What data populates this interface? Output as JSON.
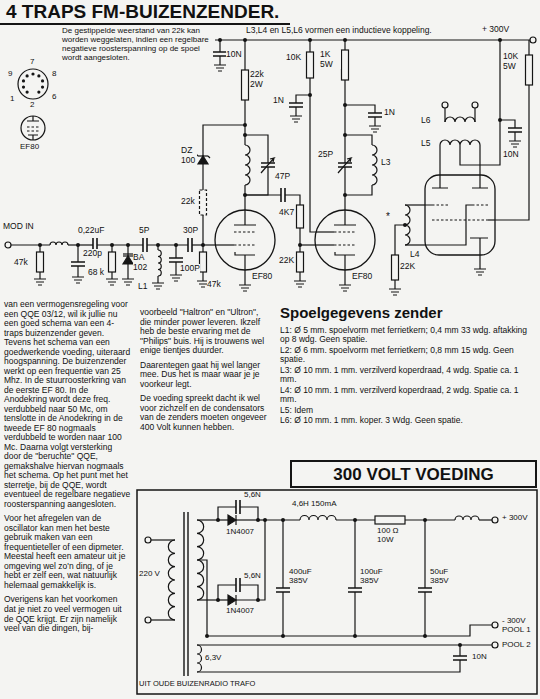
{
  "diagram": {
    "title": "4 TRAPS FM-BUIZENZENDER.",
    "nodes": [
      {
        "text": [
          "300 VOLT VOEDING"
        ]
      }
    ],
    "labels": [
      "De gestippelde weerstand van 22k kan worden weggelaten, indien een regelbare negatieve roosterspanning op de spoel wordt aangesloten.",
      "L3,L4 en L5,L6 vormen een inductieve koppeling.",
      "+ 300V",
      "7",
      "9",
      "8",
      "6",
      "1",
      "2",
      "EF80",
      "MOD IN",
      "47k",
      "220p",
      "0,22uF",
      "68 k",
      "BA 102",
      "5P",
      "L1",
      "100P",
      "30P",
      "47k",
      "22k",
      "DZ 100",
      "EF80",
      "10N",
      "22k 2W",
      "47P",
      "10K",
      "1N",
      "1K 5W",
      "1N",
      "4K7",
      "22K",
      "25P",
      "L3",
      "EF80",
      "L4",
      "*",
      "22K",
      "L5",
      "L6",
      "10N",
      "10K 5W",
      "van een vermogensregeling voor een QQE 03/12, wil ik jullie nu een goed schema van een 4-traps buizenzender geven. Tevens het schema van een goedwerkende voeding, uiteraard hoogspanning. De buizenzender werkt op een frequentie van 25 Mhz. In de stuurroosterkring van de eerste EF 80. In de Anodekring wordt deze freq. verdubbeld naar 50 Mc, om tenslotte in de Anodekring in de tweede EF 80 nogmaals verdubbeld te worden naar 100 Mc. Daarna volgt versterking door de \"beruchte\" QQE, gemakshalve hiervan nogmaals het schema. Op het punt met het sterretje, bij de QQE, wordt eventueel de regelbare negatieve roosterspanning aangesloten.",
      "Voor het afregelen van de oscillator kan men het beste gebruik maken van een frequentieteller of een dipmeter. Meestal heeft een amateur uit je omgeving wel zo'n ding, of je hebt er zelf een, wat natuurlijk helemaal gemakkelijk is.",
      "Overigens kan het voorkomen dat je niet zo veel vermogen uit de QQE krijgt. Er zijn namelijk veel van die dingen, bij-",
      "voorbeeld \"Haltron\" en \"Ultron\", die minder power leveren. Ikzelf heb de beste ervaring met de \"Philips\" buis. Hij is trouwens wel enige tientjes duurder.",
      "Daarentegen gaat hij wel langer mee. Dus het is maar waar je je voorkeur legt.",
      "De voeding spreekt dacht ik wel voor zichzelf en de condensators van de zenders moeten ongeveer 400 Volt kunnen hebben.",
      "Spoelgegevens zender",
      "L1: Ø 5 mm. spoelvorm met ferrietkern; 0,4 mm 33 wdg. aftakking op 8 wdg. Geen spatie.",
      "L2: Ø 6 mm. spoelvorm met ferrietkern; 0,8 mm 15 wdg. Geen spatie.",
      "L3: Ø 10 mm. 1 mm. verzilverd koperdraad, 4 wdg. Spatie ca. 1 mm.",
      "L4: Ø 10 mm. 1 mm. verzilverd koperdraad, 2 wdg. Spatie ca. 1 mm.",
      "L5: Idem",
      "L6: Ø 10 mm. 1 mm. koper. 3 Wdg. Geen spatie.",
      "5,6N",
      "1N4007",
      "5,6N",
      "1N4007",
      "220 V",
      "4,6H 150mA",
      "100 Ω 10W",
      "400uF 385V",
      "100uF 385V",
      "50uF 385V",
      "+ 300V",
      "- 300V POOL 1",
      "POOL 2",
      "10N",
      "6,3V",
      "UIT OUDE BUIZENRADIO TRAFO"
    ]
  }
}
